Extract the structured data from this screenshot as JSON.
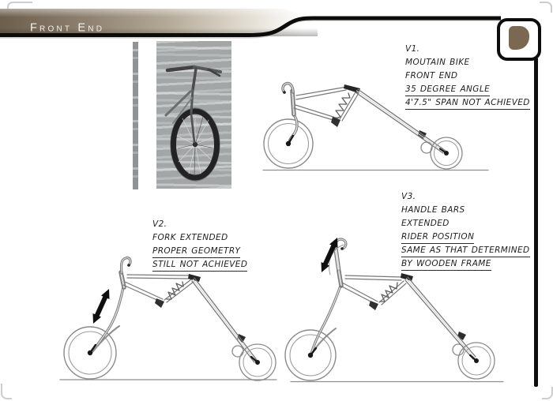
{
  "header": {
    "title": "Front End"
  },
  "icons": {
    "corner_logo": "rounded-square-logo",
    "extension_arrow": "double-headed-extension-arrow"
  },
  "colors": {
    "banner_dark": "#6b5e4c",
    "banner_mid": "#b3a896",
    "logo_brown": "#7a6950",
    "border_black": "#0d0d0d",
    "sketch_gray": "#777777",
    "ink": "#1e1e1e"
  },
  "annotations": {
    "v1": {
      "label": "V1.",
      "lines": [
        {
          "text": "MOUTAIN BIKE",
          "underline": false
        },
        {
          "text": "FRONT END",
          "underline": false
        },
        {
          "text": "35 DEGREE ANGLE",
          "underline": true
        },
        {
          "text": "4'7.5\" SPAN NOT ACHIEVED",
          "underline": true
        }
      ]
    },
    "v2": {
      "label": "V2.",
      "lines": [
        {
          "text": "FORK EXTENDED",
          "underline": false
        },
        {
          "text": "PROPER GEOMETRY",
          "underline": true
        },
        {
          "text": "STILL NOT ACHIEVED",
          "underline": true
        }
      ]
    },
    "v3": {
      "label": "V3.",
      "lines": [
        {
          "text": "HANDLE BARS",
          "underline": false
        },
        {
          "text": "EXTENDED",
          "underline": false
        },
        {
          "text": "RIDER POSITION",
          "underline": true
        },
        {
          "text": "SAME AS THAT DETERMINED",
          "underline": true
        },
        {
          "text": "BY WOODEN FRAME",
          "underline": true
        }
      ]
    }
  }
}
